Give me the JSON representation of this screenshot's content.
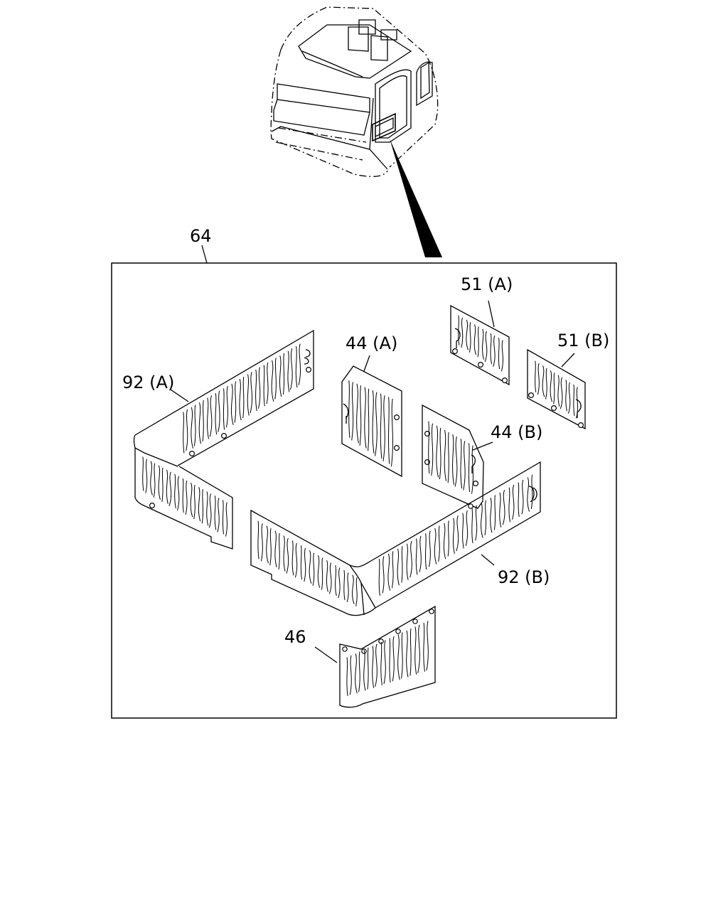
{
  "callouts": {
    "c64": "64",
    "c51a": "51 (A)",
    "c51b": "51 (B)",
    "c44a": "44 (A)",
    "c44b": "44 (B)",
    "c92a": "92 (A)",
    "c92b": "92 (B)",
    "c46": "46"
  }
}
